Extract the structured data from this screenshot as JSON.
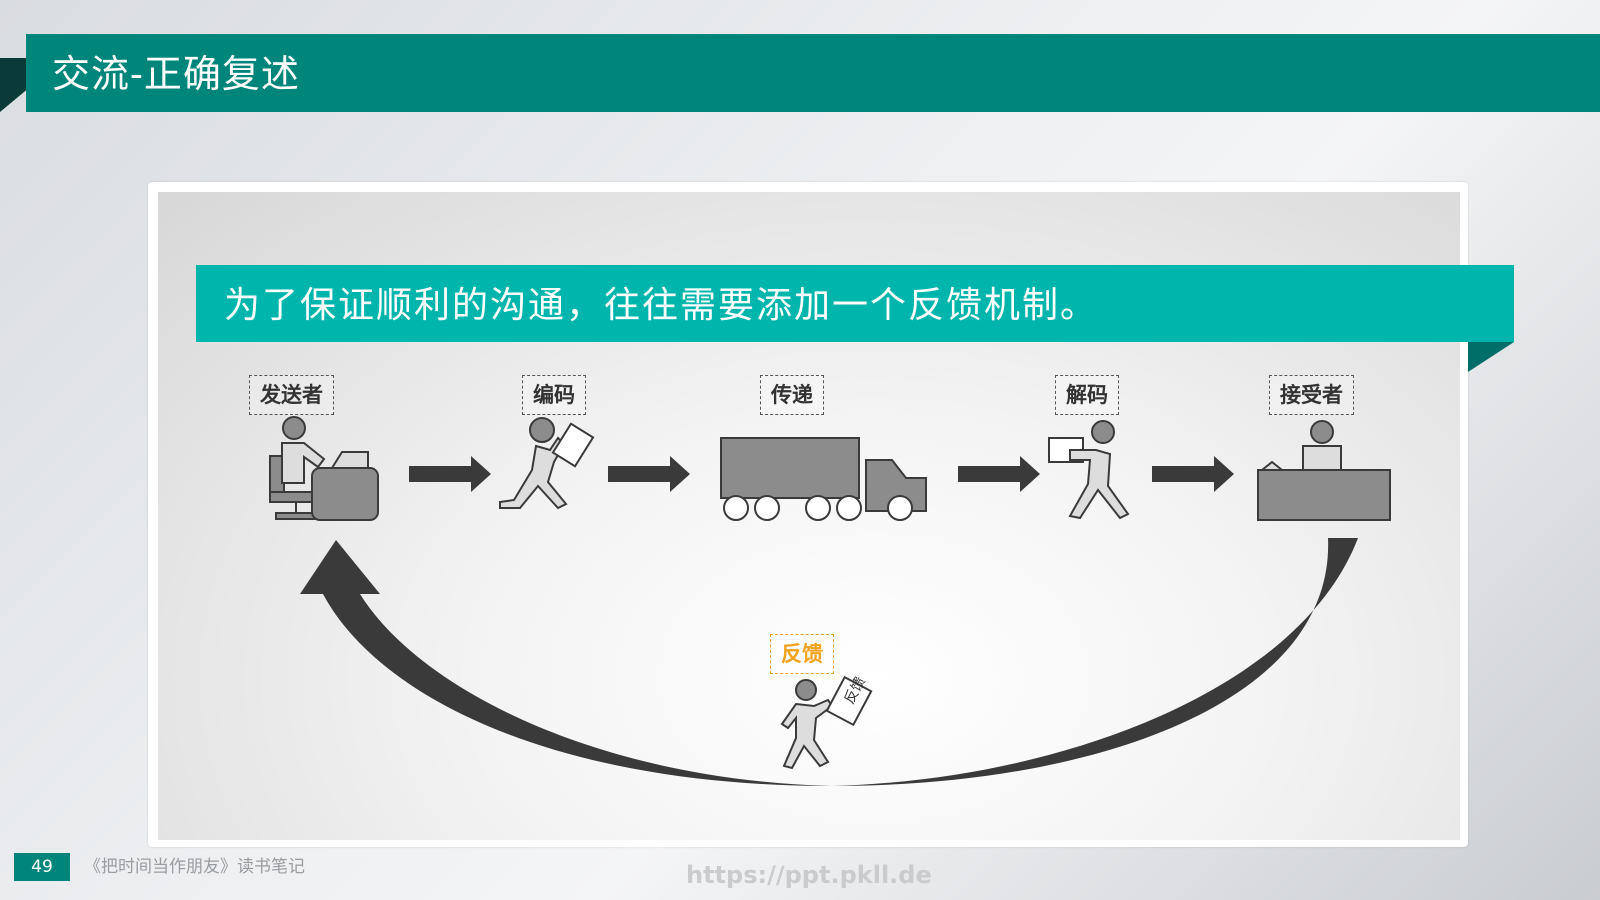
{
  "slide": {
    "title": "交流-正确复述",
    "page_number": "49",
    "footer": "《把时间当作朋友》读书笔记",
    "watermark": "https://ppt.pkll.de"
  },
  "banner": {
    "text": "为了保证顺利的沟通，往往需要添加一个反馈机制。"
  },
  "stages": [
    {
      "label": "发送者",
      "icon": "sender-at-desk-icon"
    },
    {
      "label": "编码",
      "icon": "runner-with-paper-icon"
    },
    {
      "label": "传递",
      "icon": "truck-icon"
    },
    {
      "label": "解码",
      "icon": "person-reading-paper-icon"
    },
    {
      "label": "接受者",
      "icon": "receiver-at-desk-icon"
    }
  ],
  "feedback": {
    "label": "反馈",
    "sign_text": "反馈",
    "icon": "person-holding-feedback-sign-icon"
  },
  "colors": {
    "title_bar": "#00857b",
    "banner": "#00b5ac",
    "feedback_label": "#f3a21c",
    "arrow": "#3a3a3a",
    "figure_fill": "#8c8c8c"
  }
}
